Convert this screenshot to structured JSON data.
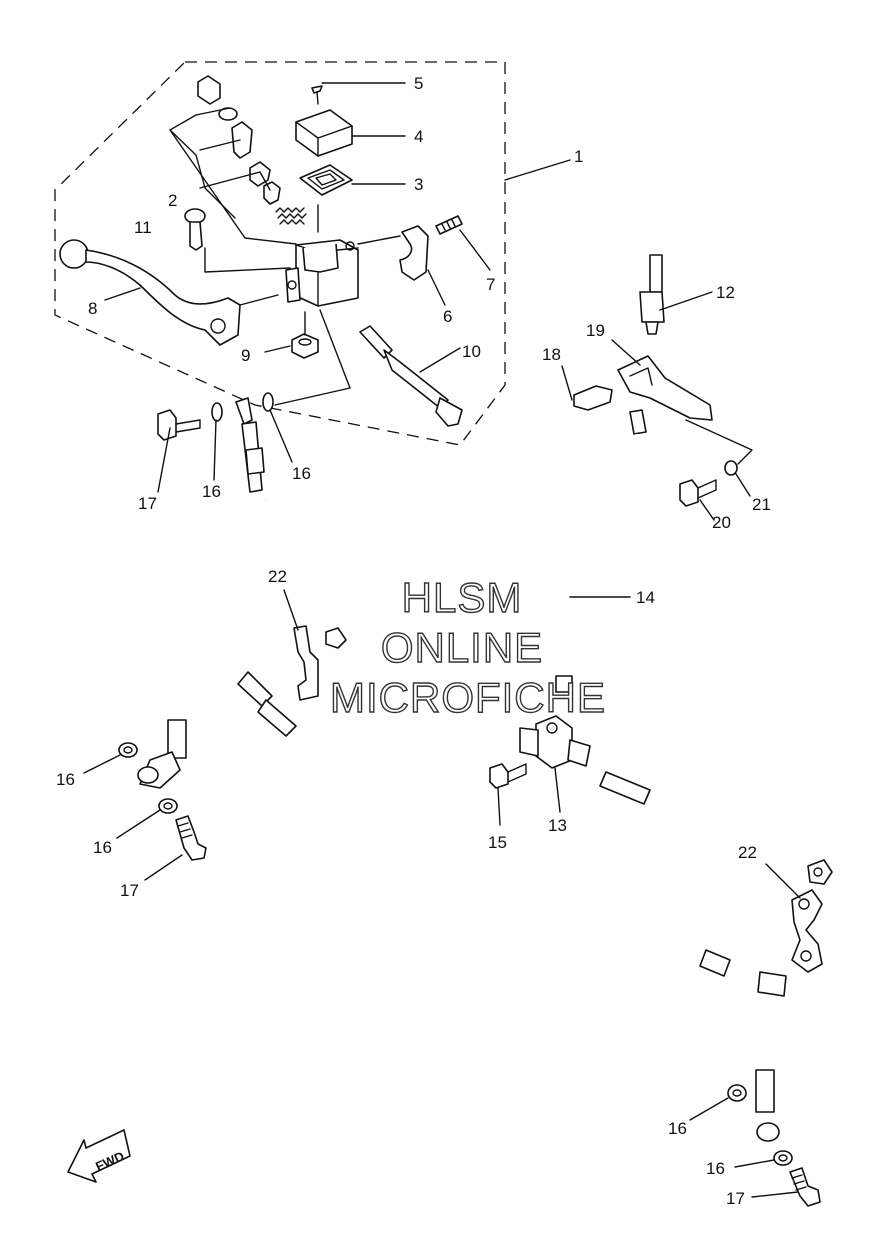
{
  "watermark": {
    "line1": "HLSM",
    "line2": "ONLINE",
    "line3": "MICROFICHE"
  },
  "direction_badge": "FWD",
  "callouts": [
    {
      "id": "c1",
      "label": "1"
    },
    {
      "id": "c2",
      "label": "2"
    },
    {
      "id": "c3",
      "label": "3"
    },
    {
      "id": "c4",
      "label": "4"
    },
    {
      "id": "c5",
      "label": "5"
    },
    {
      "id": "c6",
      "label": "6"
    },
    {
      "id": "c7",
      "label": "7"
    },
    {
      "id": "c8",
      "label": "8"
    },
    {
      "id": "c9",
      "label": "9"
    },
    {
      "id": "c10",
      "label": "10"
    },
    {
      "id": "c11",
      "label": "11"
    },
    {
      "id": "c12",
      "label": "12"
    },
    {
      "id": "c13",
      "label": "13"
    },
    {
      "id": "c14",
      "label": "14"
    },
    {
      "id": "c15",
      "label": "15"
    },
    {
      "id": "c16a",
      "label": "16"
    },
    {
      "id": "c16b",
      "label": "16"
    },
    {
      "id": "c16c",
      "label": "16"
    },
    {
      "id": "c16d",
      "label": "16"
    },
    {
      "id": "c16e",
      "label": "16"
    },
    {
      "id": "c16f",
      "label": "16"
    },
    {
      "id": "c17a",
      "label": "17"
    },
    {
      "id": "c17b",
      "label": "17"
    },
    {
      "id": "c17c",
      "label": "17"
    },
    {
      "id": "c18",
      "label": "18"
    },
    {
      "id": "c19",
      "label": "19"
    },
    {
      "id": "c20",
      "label": "20"
    },
    {
      "id": "c21",
      "label": "21"
    },
    {
      "id": "c22a",
      "label": "22"
    },
    {
      "id": "c22b",
      "label": "22"
    }
  ]
}
